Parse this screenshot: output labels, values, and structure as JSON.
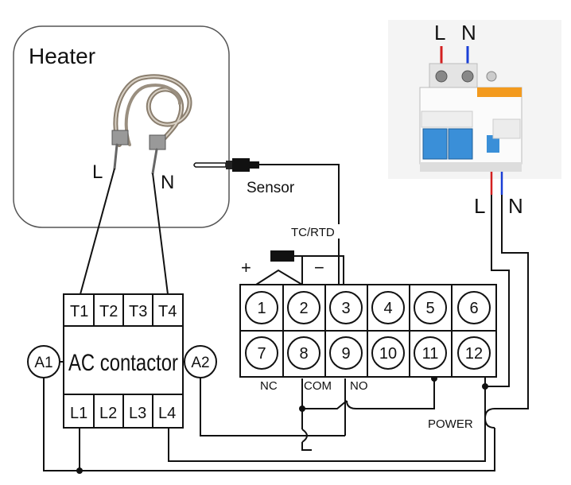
{
  "heater": {
    "title": "Heater",
    "l_label": "L",
    "n_label": "N"
  },
  "sensor": {
    "label": "Sensor",
    "type_label": "TC/RTD"
  },
  "breaker": {
    "top_l": "L",
    "top_n": "N",
    "bottom_l": "L",
    "bottom_n": "N"
  },
  "contactor": {
    "label": "AC contactor",
    "top_terminals": [
      "T1",
      "T2",
      "T3",
      "T4"
    ],
    "bottom_terminals": [
      "L1",
      "L2",
      "L3",
      "L4"
    ],
    "coil_a1": "A1",
    "coil_a2": "A2"
  },
  "controller": {
    "plus": "+",
    "minus": "−",
    "row1": [
      "1",
      "2",
      "3",
      "4",
      "5",
      "6"
    ],
    "row2": [
      "7",
      "8",
      "9",
      "10",
      "11",
      "12"
    ],
    "nc_label": "NC",
    "com_label": "COM",
    "no_label": "NO",
    "power_label": "POWER"
  },
  "colors": {
    "live": "#d32020",
    "neutral": "#1a3fd6",
    "breaker_blue": "#3a8fd8",
    "breaker_orange": "#f39a1e"
  }
}
